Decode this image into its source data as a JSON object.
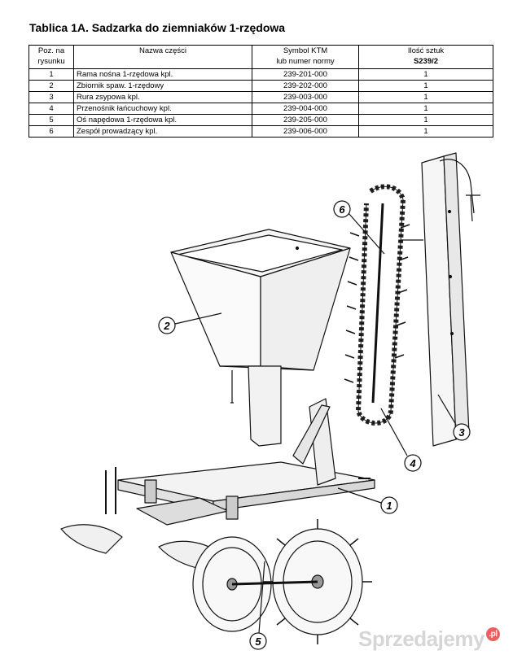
{
  "title": "Tablica 1A. Sadzarka do ziemniaków 1-rzędowa",
  "table": {
    "headers": {
      "pos_line1": "Poz. na",
      "pos_line2": "rysunku",
      "name": "Nazwa części",
      "symbol_line1": "Symbol KTM",
      "symbol_line2": "lub numer normy",
      "qty_line1": "Ilość sztuk",
      "qty_line2": "S239/2"
    },
    "rows": [
      {
        "pos": "1",
        "name": "Rama nośna 1-rzędowa kpl.",
        "symbol": "239-201-000",
        "qty": "1"
      },
      {
        "pos": "2",
        "name": "Zbiornik spaw. 1-rzędowy",
        "symbol": "239-202-000",
        "qty": "1"
      },
      {
        "pos": "3",
        "name": "Rura zsypowa kpl.",
        "symbol": "239-003-000",
        "qty": "1"
      },
      {
        "pos": "4",
        "name": "Przenośnik łańcuchowy kpl.",
        "symbol": "239-004-000",
        "qty": "1"
      },
      {
        "pos": "5",
        "name": "Oś napędowa 1-rzędowa kpl.",
        "symbol": "239-205-000",
        "qty": "1"
      },
      {
        "pos": "6",
        "name": "Zespół prowadzący kpl.",
        "symbol": "239-006-000",
        "qty": "1"
      }
    ]
  },
  "callouts": [
    "1",
    "2",
    "3",
    "4",
    "5",
    "6"
  ],
  "watermark": {
    "text": "Sprzedajemy",
    "badge": ".pl"
  }
}
